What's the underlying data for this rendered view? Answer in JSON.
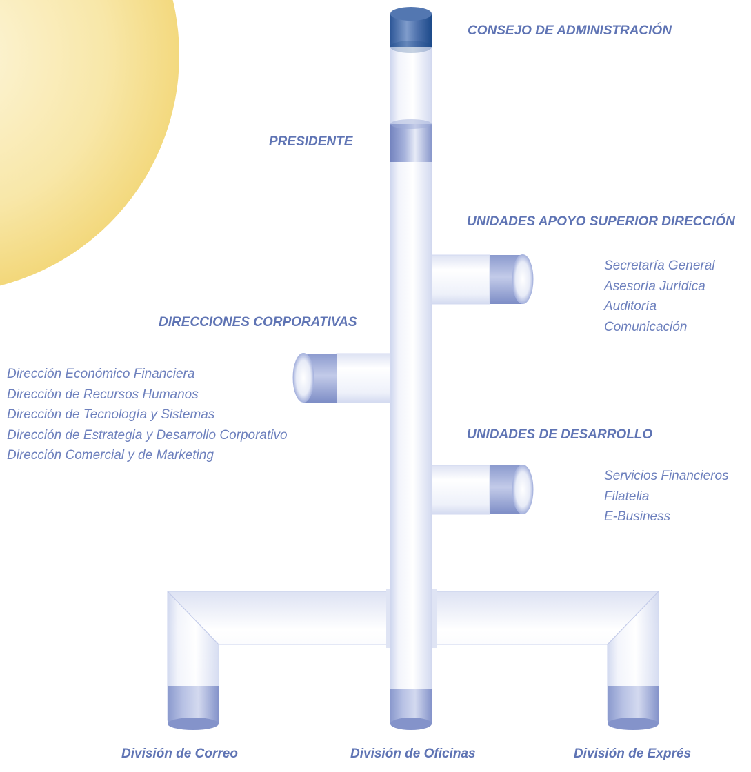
{
  "org_chart": {
    "board_label": "CONSEJO DE ADMINISTRACIÓN",
    "president_label": "PRESIDENTE",
    "support_units": {
      "title": "UNIDADES APOYO SUPERIOR DIRECCIÓN",
      "items": [
        "Secretaría General",
        "Asesoría Jurídica",
        "Auditoría",
        "Comunicación"
      ]
    },
    "corporate_directorates": {
      "title": "DIRECCIONES CORPORATIVAS",
      "items": [
        "Dirección Económico Financiera",
        "Dirección de Recursos Humanos",
        "Dirección de Tecnología y Sistemas",
        "Dirección de Estrategia y Desarrollo Corporativo",
        "Dirección Comercial y de Marketing"
      ]
    },
    "development_units": {
      "title": "UNIDADES DE DESARROLLO",
      "items": [
        "Servicios Financieros",
        "Filatelia",
        "E-Business"
      ]
    },
    "divisions": [
      "División de Correo",
      "División de Oficinas",
      "División de Exprés"
    ]
  },
  "colors": {
    "label_text": "#5f74b4",
    "list_text": "#6d80bd",
    "pipe_light": "#f1f3fb",
    "pipe_band": "#8e9dcd",
    "pipe_cap_dark": "#1d4d8c",
    "decor_circle": "#f7de8a"
  }
}
